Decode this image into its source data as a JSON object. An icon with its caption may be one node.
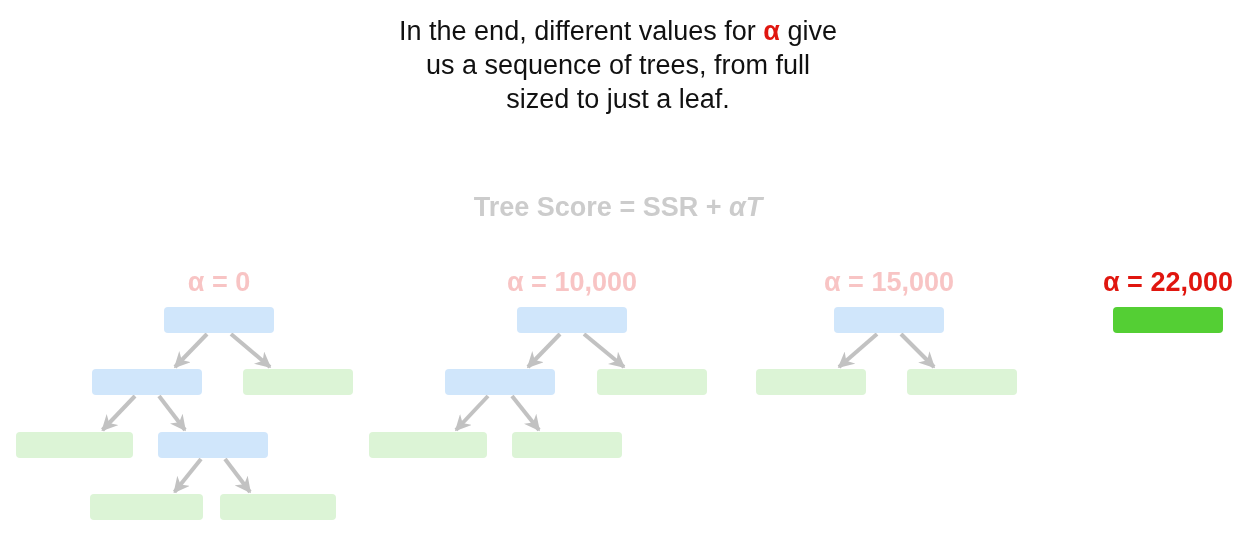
{
  "diagram": {
    "title": "In the end, different values for **α** give us a sequence of trees, from full sized to just a leaf.",
    "nodes": [
      {
        "text": [],
        "shape": "box",
        "beside": [
          "α = 0"
        ]
      },
      {
        "text": [],
        "shape": "box"
      },
      {
        "text": [],
        "shape": "box"
      },
      {
        "text": [],
        "shape": "box"
      },
      {
        "text": [],
        "shape": "box"
      },
      {
        "text": [],
        "shape": "box"
      },
      {
        "text": [],
        "shape": "box"
      },
      {
        "text": [],
        "shape": "box",
        "beside": [
          "α = 10,000"
        ]
      },
      {
        "text": [],
        "shape": "box"
      },
      {
        "text": [],
        "shape": "box"
      },
      {
        "text": [],
        "shape": "box"
      },
      {
        "text": [],
        "shape": "box"
      },
      {
        "text": [],
        "shape": "box",
        "beside": [
          "α = 15,000"
        ]
      },
      {
        "text": [],
        "shape": "box"
      },
      {
        "text": [],
        "shape": "box"
      },
      {
        "text": [],
        "shape": "box",
        "beside": [
          "α = 22,000"
        ]
      }
    ],
    "edges": [
      {
        "from": 0,
        "to": 1,
        "arrow": "to"
      },
      {
        "from": 0,
        "to": 2,
        "arrow": "to"
      },
      {
        "from": 1,
        "to": 3,
        "arrow": "to"
      },
      {
        "from": 1,
        "to": 4,
        "arrow": "to"
      },
      {
        "from": 4,
        "to": 5,
        "arrow": "to"
      },
      {
        "from": 4,
        "to": 6,
        "arrow": "to"
      },
      {
        "from": 7,
        "to": 8,
        "arrow": "to"
      },
      {
        "from": 7,
        "to": 9,
        "arrow": "to"
      },
      {
        "from": 8,
        "to": 10,
        "arrow": "to"
      },
      {
        "from": 8,
        "to": 11,
        "arrow": "to"
      },
      {
        "from": 12,
        "to": 13,
        "arrow": "to"
      },
      {
        "from": 12,
        "to": 14,
        "arrow": "to"
      }
    ],
    "labels": [
      "Tree Score = SSR + *αT*"
    ]
  }
}
